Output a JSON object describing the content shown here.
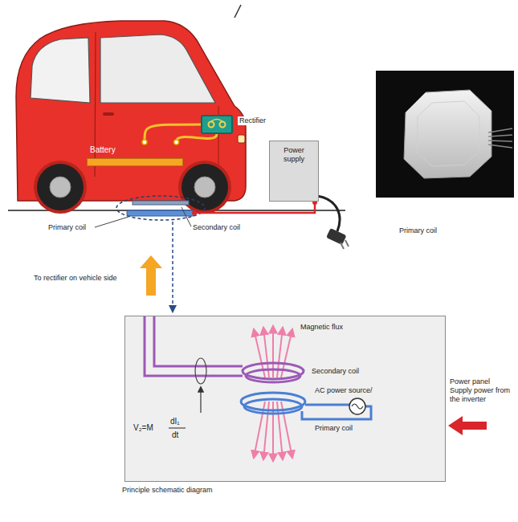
{
  "diagram": {
    "nodes": [
      {
        "text": [
          "Rectifier"
        ]
      },
      {
        "text": [
          "Power supply"
        ]
      },
      {
        "text": [
          "Battery"
        ]
      },
      {
        "text": [
          "Principle schematic diagram"
        ]
      }
    ],
    "edges": [
      {
        "from": 2,
        "to": 0,
        "arrow": "none"
      },
      {
        "from": 2,
        "to": 0,
        "arrow": "none"
      }
    ],
    "labels": [
      "Primary coil",
      "Secondary coil",
      "Primary coil",
      "To rectifier on vehicle side",
      "Magnetic flux",
      "Secondary coil",
      "AC power source/",
      "Power panel Supply power from the inverter",
      "Primary coil",
      "V₂=M",
      "dI₁",
      "dt"
    ]
  }
}
